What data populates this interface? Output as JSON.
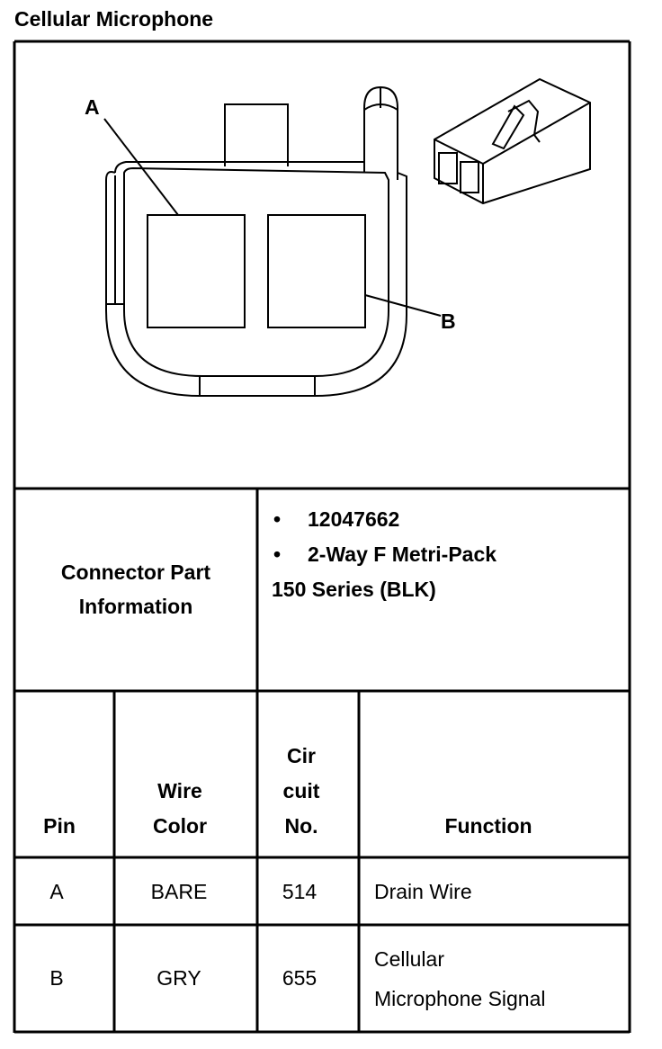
{
  "title": "Cellular Microphone",
  "diagram": {
    "label_a": "A",
    "label_b": "B"
  },
  "connector_info": {
    "label_lines": [
      "Connector Part",
      "Information"
    ],
    "bullet": "•",
    "part_number": "12047662",
    "connector_type": "2-Way F Metri-Pack",
    "series": "150 Series (BLK)"
  },
  "table": {
    "headers": {
      "pin": [
        "Pin"
      ],
      "wire_color": [
        "Wire",
        "Color"
      ],
      "circuit_no": [
        "Cir",
        "cuit",
        "No."
      ],
      "function": [
        "Function"
      ]
    },
    "rows": [
      {
        "pin": "A",
        "wire_color": "BARE",
        "circuit_no": "514",
        "function": [
          "Drain Wire"
        ]
      },
      {
        "pin": "B",
        "wire_color": "GRY",
        "circuit_no": "655",
        "function": [
          "Cellular",
          "Microphone Signal"
        ]
      }
    ]
  }
}
